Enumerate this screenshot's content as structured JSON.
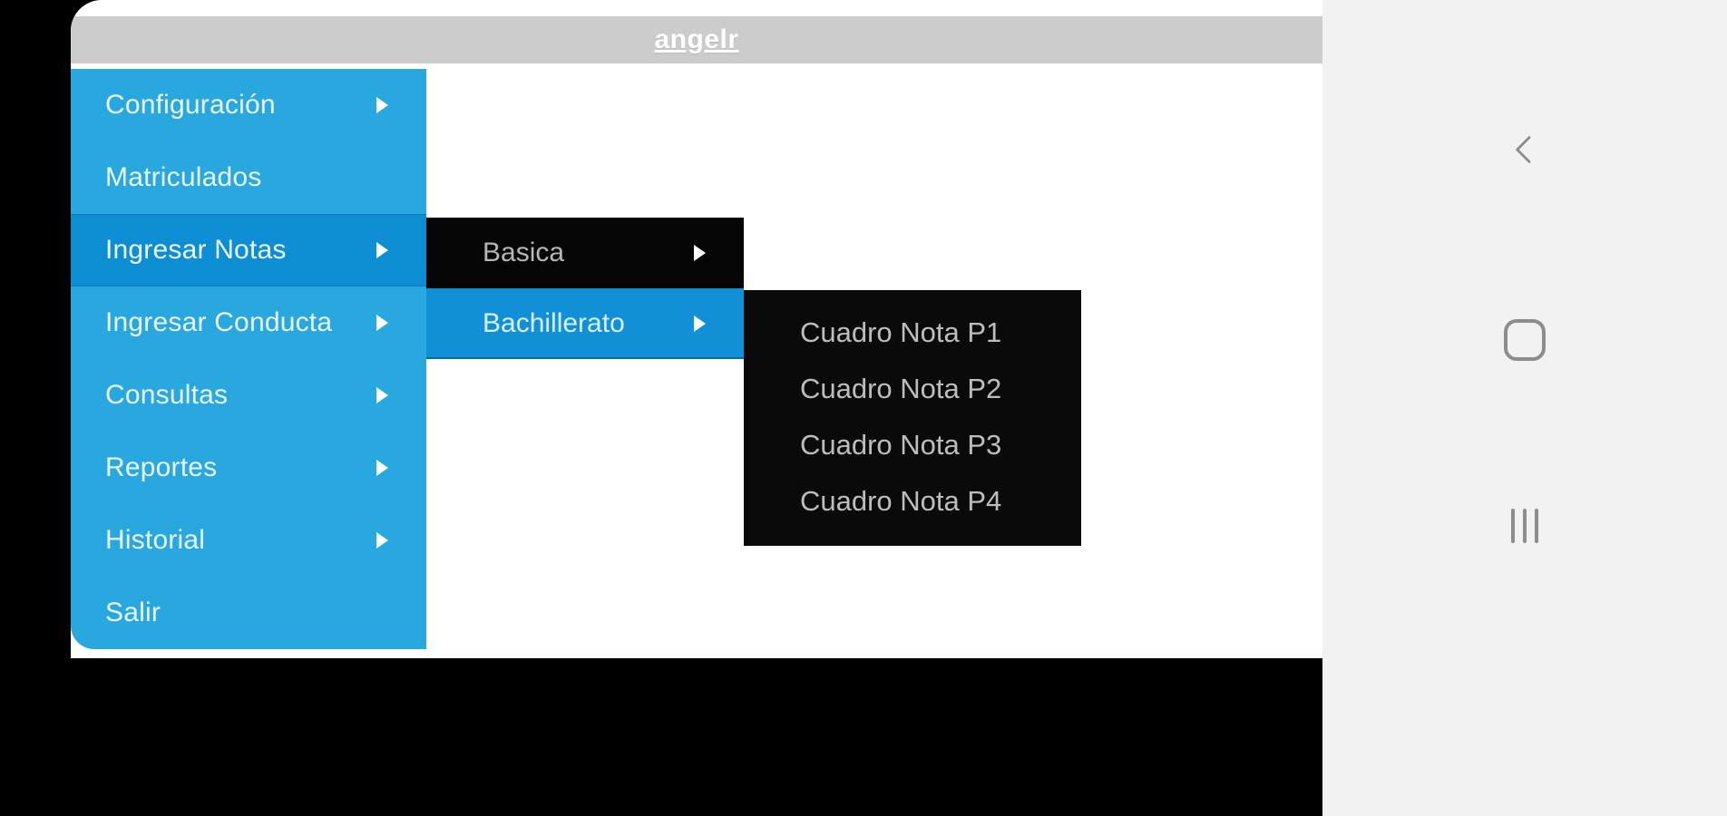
{
  "window": {
    "title": "angelr"
  },
  "menu_level1": {
    "items": [
      {
        "label": "Configuración",
        "has_submenu": true,
        "active": false
      },
      {
        "label": "Matriculados",
        "has_submenu": false,
        "active": false
      },
      {
        "label": "Ingresar Notas",
        "has_submenu": true,
        "active": true
      },
      {
        "label": "Ingresar Conducta",
        "has_submenu": true,
        "active": false
      },
      {
        "label": "Consultas",
        "has_submenu": true,
        "active": false
      },
      {
        "label": "Reportes",
        "has_submenu": true,
        "active": false
      },
      {
        "label": "Historial",
        "has_submenu": true,
        "active": false
      },
      {
        "label": "Salir",
        "has_submenu": false,
        "active": false
      }
    ]
  },
  "menu_level2": {
    "parent": "Ingresar Notas",
    "items": [
      {
        "label": "Basica",
        "has_submenu": true,
        "active": false
      },
      {
        "label": "Bachillerato",
        "has_submenu": true,
        "active": true
      }
    ]
  },
  "menu_level3": {
    "parent": "Bachillerato",
    "items": [
      {
        "label": "Cuadro Nota P1"
      },
      {
        "label": "Cuadro Nota P2"
      },
      {
        "label": "Cuadro Nota P3"
      },
      {
        "label": "Cuadro Nota P4"
      }
    ]
  },
  "system_nav": {
    "back": "back-icon",
    "home": "home-icon",
    "recents": "recents-icon"
  },
  "colors": {
    "menu_blue": "#29a8e0",
    "menu_blue_active": "#0d8ed4",
    "submenu_black": "#050505",
    "submenu_active_blue": "#1190d8",
    "title_bar_gray": "#cccccc",
    "nav_bar_gray": "#f2f2f2"
  }
}
